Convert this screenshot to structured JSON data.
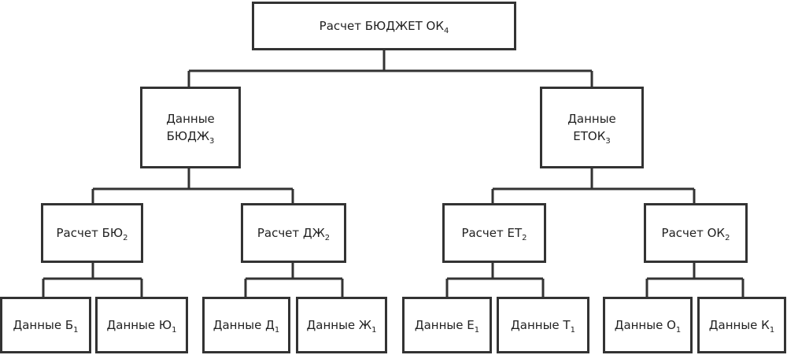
{
  "diagram": {
    "root": {
      "label": "Расчет БЮДЖЕТ ОК",
      "sub": "4"
    },
    "level2": [
      {
        "line1": "Данные",
        "label": "БЮДЖ",
        "sub": "3"
      },
      {
        "line1": "Данные",
        "label": "ЕТОК",
        "sub": "3"
      }
    ],
    "level3": [
      {
        "label": "Расчет БЮ",
        "sub": "2"
      },
      {
        "label": "Расчет ДЖ",
        "sub": "2"
      },
      {
        "label": "Расчет ЕТ",
        "sub": "2"
      },
      {
        "label": "Расчет ОК",
        "sub": "2"
      }
    ],
    "level4": [
      {
        "label": "Данные Б",
        "sub": "1"
      },
      {
        "label": "Данные Ю",
        "sub": "1"
      },
      {
        "label": "Данные Д",
        "sub": "1"
      },
      {
        "label": "Данные Ж",
        "sub": "1"
      },
      {
        "label": "Данные Е",
        "sub": "1"
      },
      {
        "label": "Данные Т",
        "sub": "1"
      },
      {
        "label": "Данные О",
        "sub": "1"
      },
      {
        "label": "Данные К",
        "sub": "1"
      }
    ]
  }
}
